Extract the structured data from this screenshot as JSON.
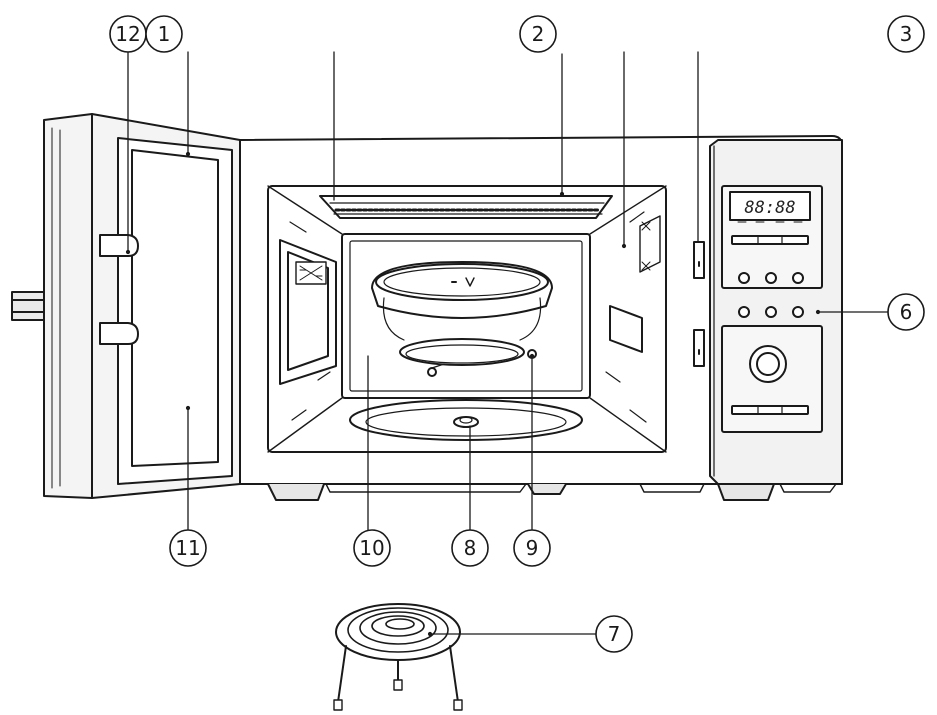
{
  "labels": {
    "l1": "1",
    "l2": "2",
    "l3": "3",
    "l6": "6",
    "l7": "7",
    "l8": "8",
    "l9": "9",
    "l10": "10",
    "l11": "11",
    "l12": "12"
  },
  "display": {
    "readout": "88:88"
  },
  "colors": {
    "line": "#1a1a1a",
    "panel": "#f2f2f2",
    "shade": "#cfcfcf",
    "fill": "#ffffff"
  }
}
